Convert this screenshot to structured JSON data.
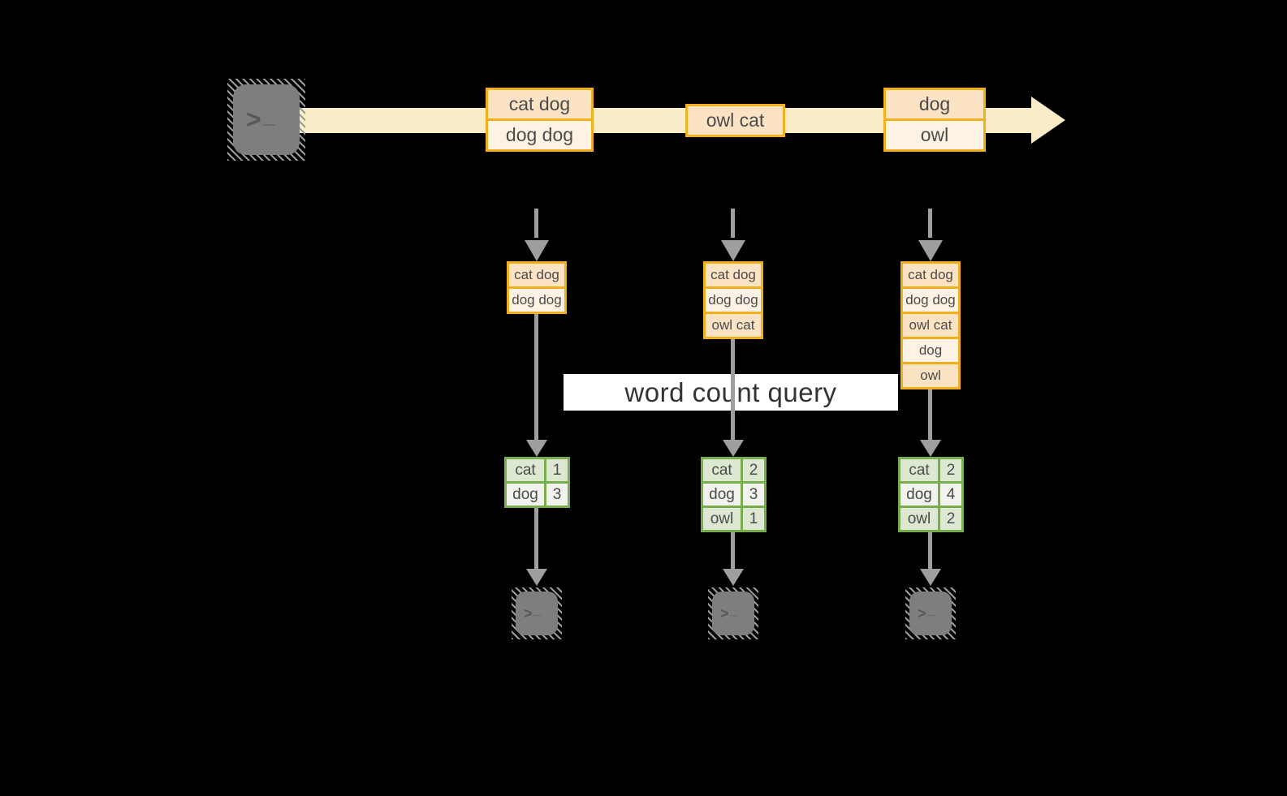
{
  "banner": {
    "label": "word count query"
  },
  "terminal_glyph": {
    "chevron": ">",
    "underscore": "_"
  },
  "icons": {
    "source": "terminal-icon",
    "sink": "terminal-icon",
    "stream": "right-arrow-band"
  },
  "stream": {
    "messages": [
      {
        "lines": [
          "cat dog",
          "dog dog"
        ]
      },
      {
        "lines": [
          "owl cat"
        ]
      },
      {
        "lines": [
          "dog",
          "owl"
        ]
      }
    ]
  },
  "columns": [
    {
      "buffer": [
        "cat dog",
        "dog dog"
      ],
      "counts": [
        {
          "word": "cat",
          "count": "1"
        },
        {
          "word": "dog",
          "count": "3"
        }
      ]
    },
    {
      "buffer": [
        "cat dog",
        "dog dog",
        "owl cat"
      ],
      "counts": [
        {
          "word": "cat",
          "count": "2"
        },
        {
          "word": "dog",
          "count": "3"
        },
        {
          "word": "owl",
          "count": "1"
        }
      ]
    },
    {
      "buffer": [
        "cat dog",
        "dog dog",
        "owl cat",
        "dog",
        "owl"
      ],
      "counts": [
        {
          "word": "cat",
          "count": "2"
        },
        {
          "word": "dog",
          "count": "4"
        },
        {
          "word": "owl",
          "count": "2"
        }
      ]
    }
  ],
  "colors": {
    "background": "#000000",
    "stream_band": "#faedc8",
    "orange_border": "#f2b01c",
    "peach_fill": "#fbe3c4",
    "cream_fill": "#fdf2e4",
    "green_border": "#77ad4d",
    "green_row": "#dce8d1",
    "green_row_light": "#f0f4ec",
    "arrow_gray": "#9e9e9e",
    "terminal_gray": "#7e7e7e",
    "terminal_glyph": "#585858",
    "text_dark": "#4b4b4b",
    "banner_bg": "#ffffff",
    "banner_text": "#333333"
  }
}
